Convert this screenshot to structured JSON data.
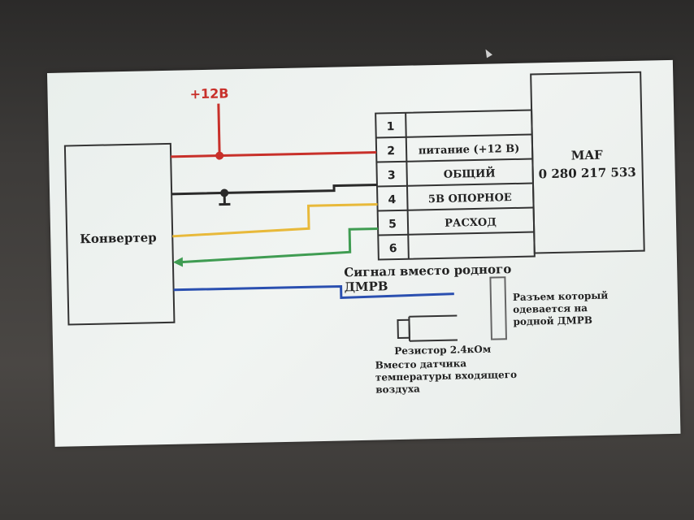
{
  "power_label": "+12В",
  "converter_label": "Конвертер",
  "maf": {
    "name": "MAF",
    "part_number": "0 280 217 533"
  },
  "pins": [
    {
      "num": "1",
      "label": ""
    },
    {
      "num": "2",
      "label": "питание (+12 В)"
    },
    {
      "num": "3",
      "label": "ОБЩИЙ"
    },
    {
      "num": "4",
      "label": "5В ОПОРНОЕ"
    },
    {
      "num": "5",
      "label": "РАСХОД"
    },
    {
      "num": "6",
      "label": ""
    }
  ],
  "signal_note": {
    "line1": "Сигнал вместо родного",
    "line2": "ДМРВ"
  },
  "connector_note": {
    "line1": "Разъем который",
    "line2": "одевается на",
    "line3": "родной ДМРВ"
  },
  "resistor_note": {
    "line1": "Резистор 2.4кОм",
    "line2": "Вместо датчика",
    "line3": "температуры входящего",
    "line4": "воздуха"
  },
  "colors": {
    "power_wire": "#c8302a",
    "ground_wire": "#2a2a2a",
    "ref_wire": "#e8b93a",
    "flow_wire": "#3f9c52",
    "signal_wire": "#2a4fb0"
  }
}
